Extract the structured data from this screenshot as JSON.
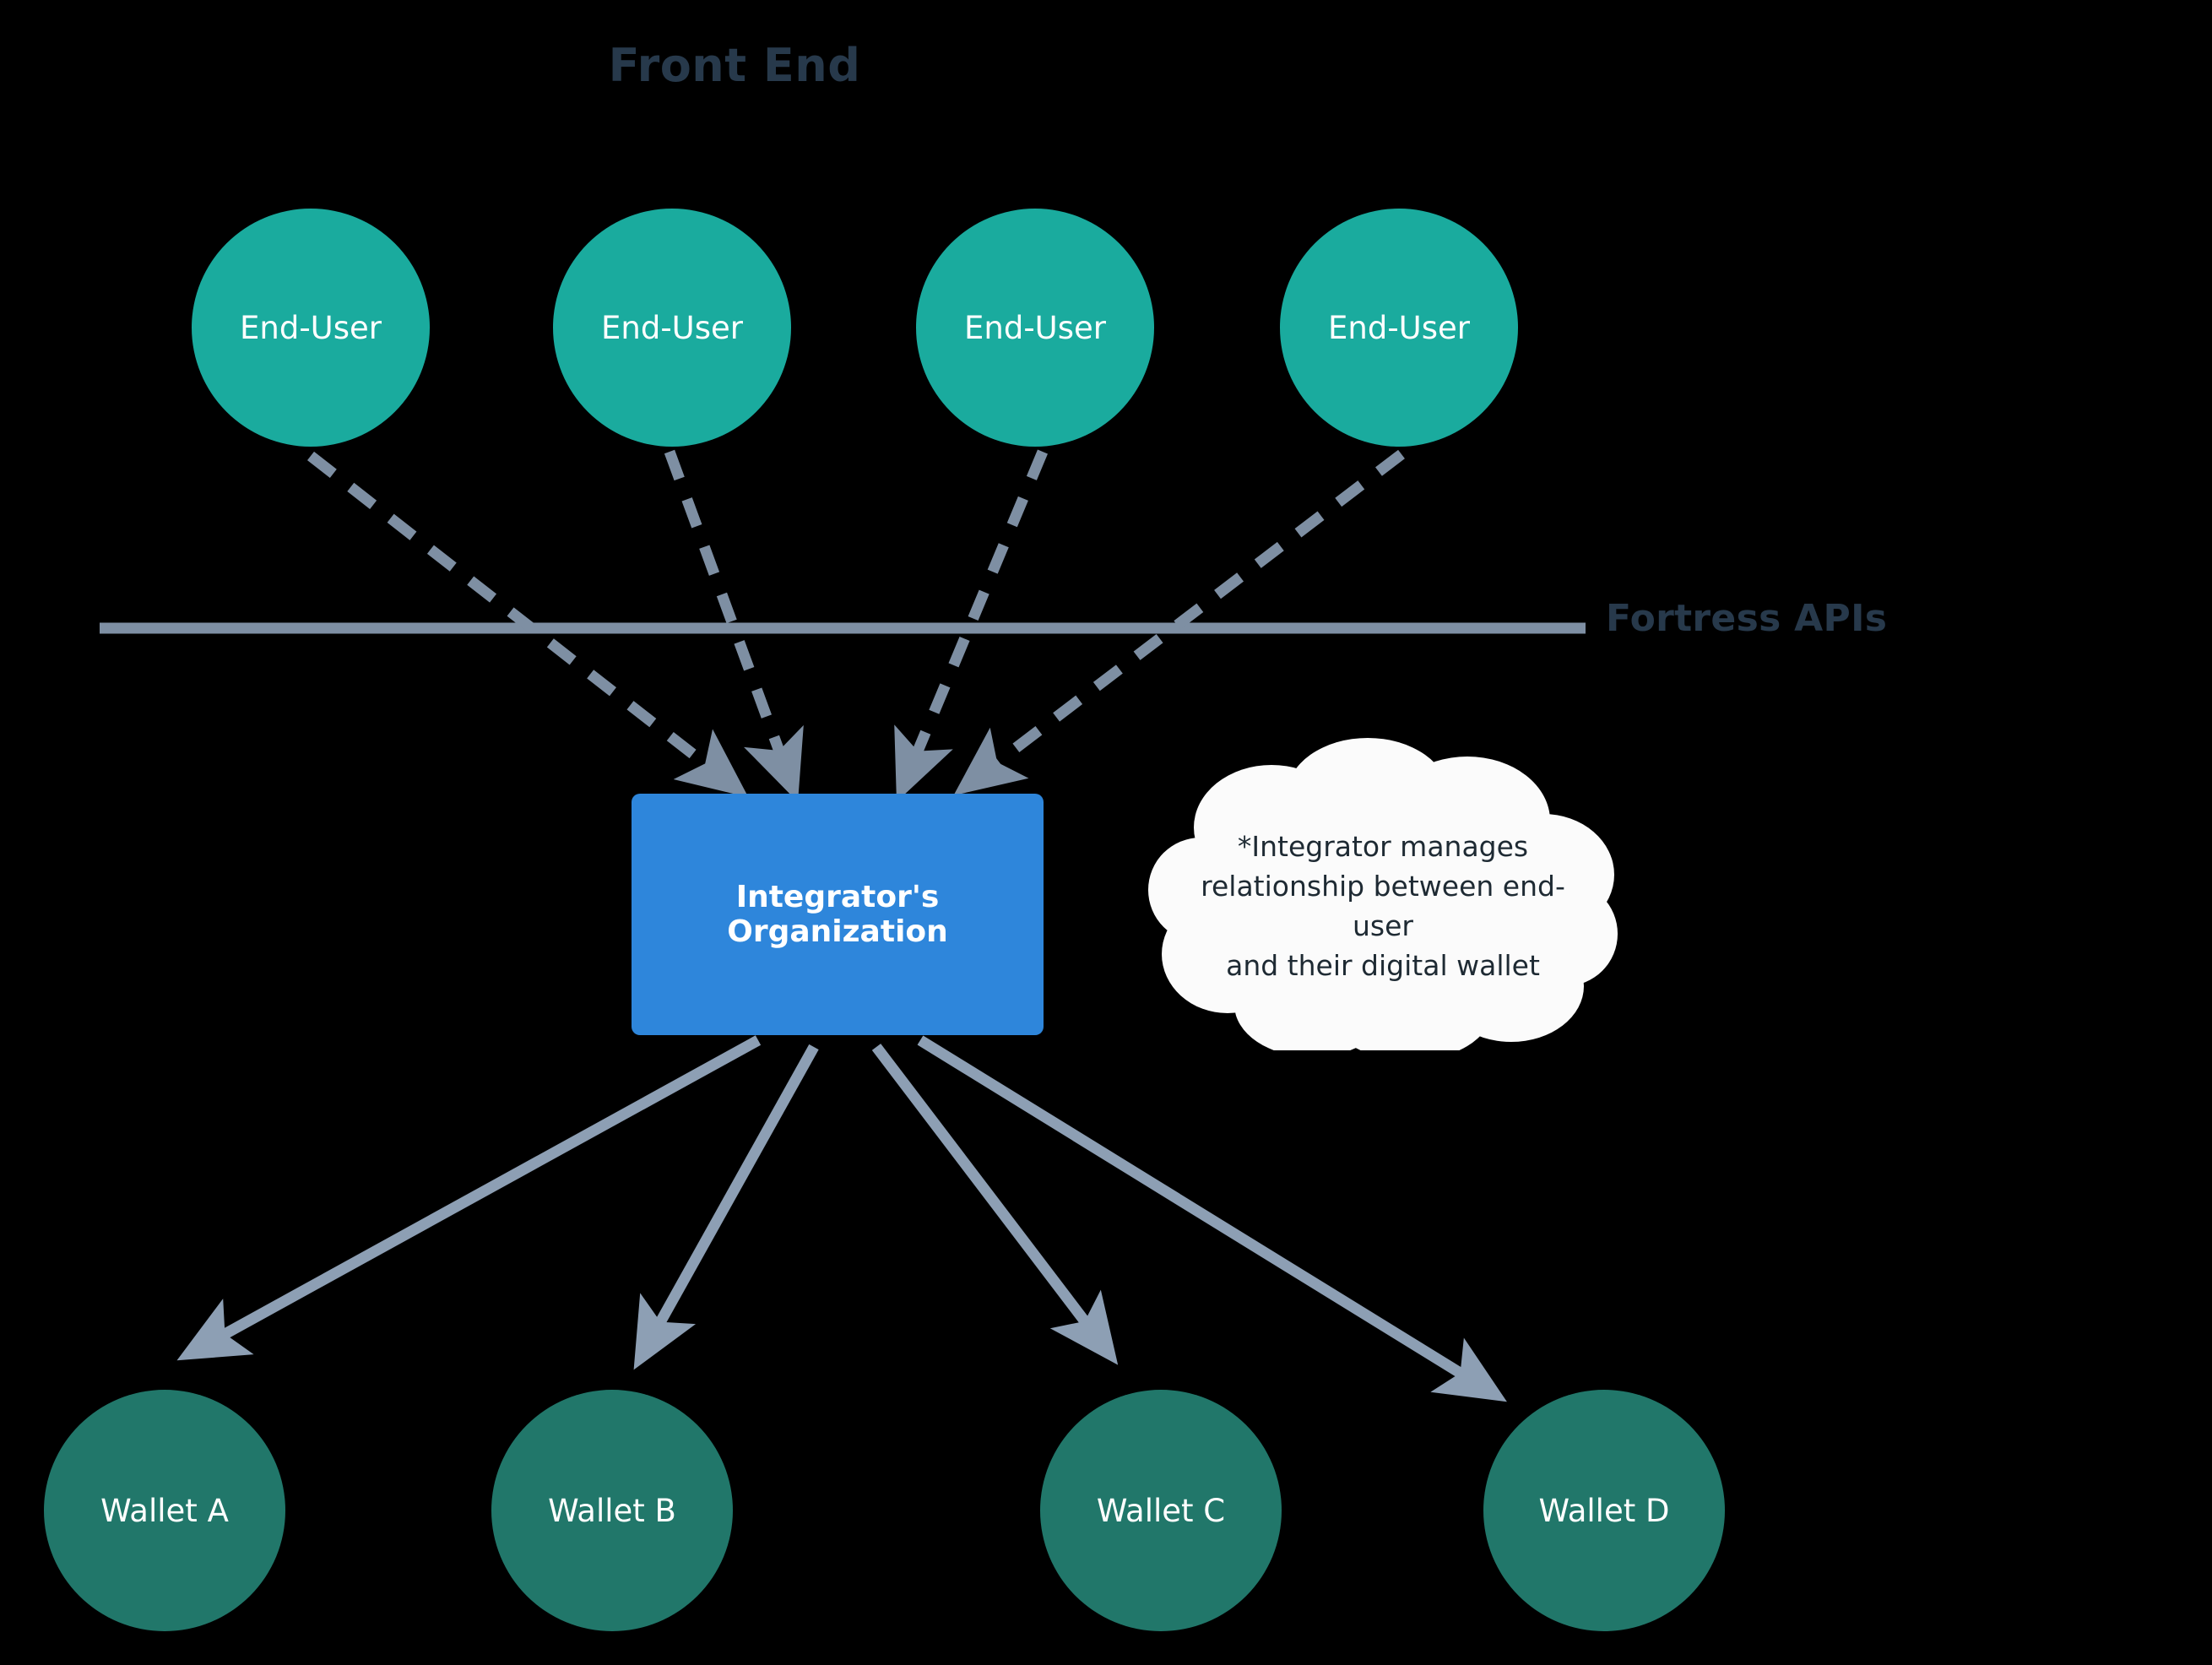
{
  "diagram": {
    "title": "Front End",
    "boundary_label": "Fortress APIs",
    "background_color": "#000000",
    "colors": {
      "title_text": "#27394B",
      "end_user_fill": "#1AAB9E",
      "wallet_fill": "#21776A",
      "org_fill": "#2E86DB",
      "boundary_line": "#7E8FA3",
      "dashed_arrow": "#7E8FA3",
      "solid_arrow": "#8D9FB4",
      "cloud_fill": "#FBFBFB",
      "cloud_text": "#1E2A33",
      "node_label_text": "#FFFFFF"
    }
  },
  "end_users": [
    {
      "label": "End-User"
    },
    {
      "label": "End-User"
    },
    {
      "label": "End-User"
    },
    {
      "label": "End-User"
    }
  ],
  "organization": {
    "label": "Integrator's Organization"
  },
  "callout": {
    "line1": "*Integrator manages",
    "line2": "relationship between end-user",
    "line3": "and their digital wallet"
  },
  "wallets": [
    {
      "label": "Wallet A"
    },
    {
      "label": "Wallet B"
    },
    {
      "label": "Wallet C"
    },
    {
      "label": "Wallet D"
    }
  ]
}
